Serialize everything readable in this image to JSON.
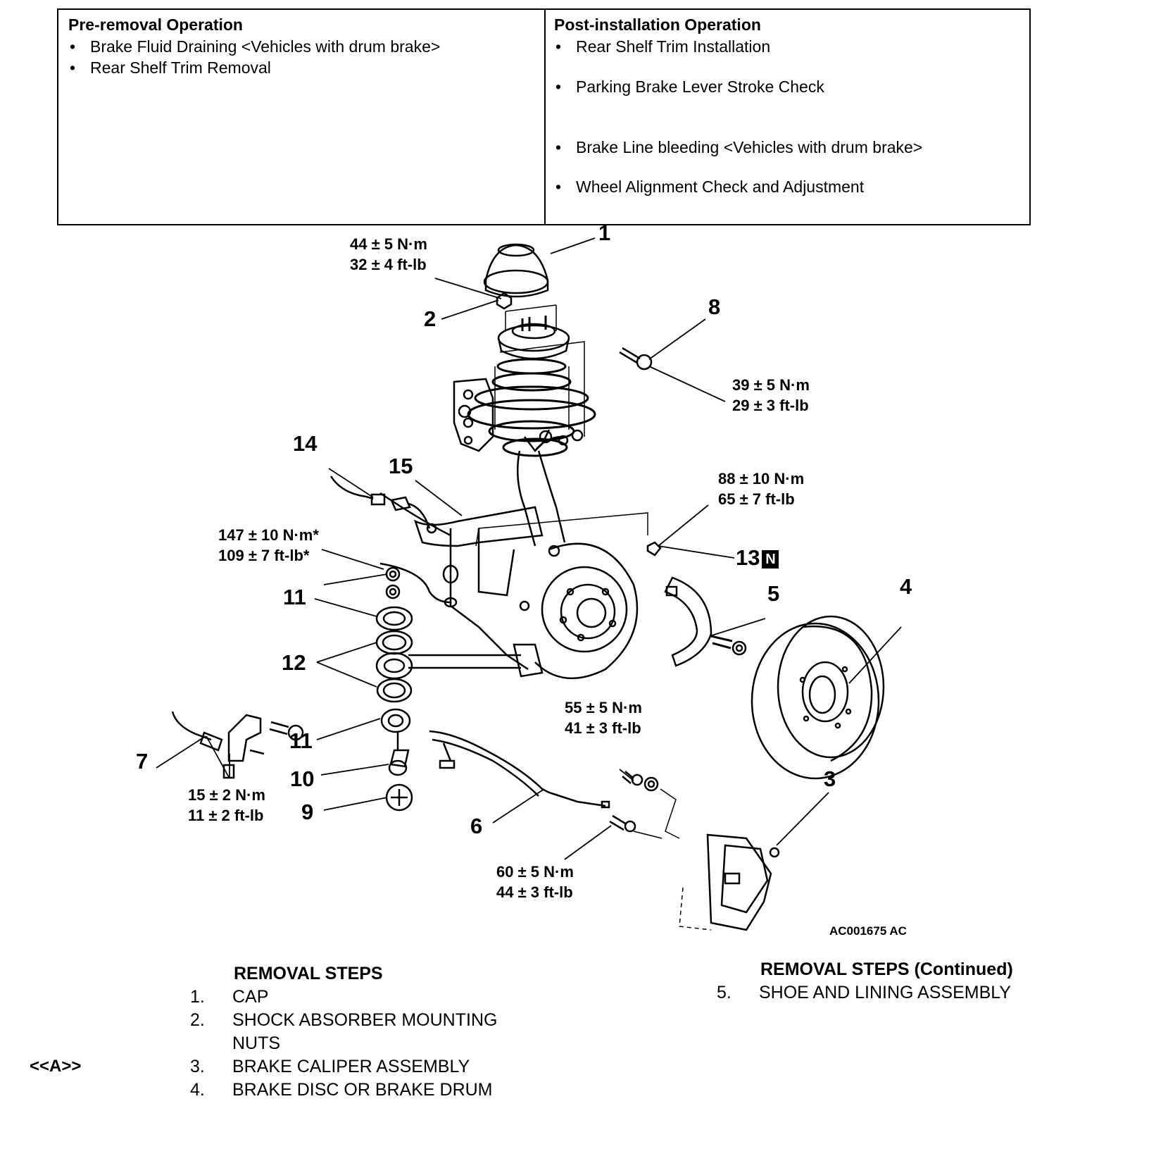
{
  "pre_removal": {
    "heading": "Pre-removal Operation",
    "items": [
      "Brake Fluid Draining <Vehicles with drum brake>",
      "Rear Shelf Trim Removal"
    ]
  },
  "post_installation": {
    "heading": "Post-installation Operation",
    "items": [
      "Rear Shelf Trim Installation",
      "Parking Brake Lever Stroke Check",
      "Brake Line bleeding <Vehicles with drum brake>",
      "Wheel Alignment Check and Adjustment"
    ]
  },
  "figure": {
    "callouts": [
      "1",
      "2",
      "3",
      "4",
      "5",
      "6",
      "7",
      "8",
      "9",
      "10",
      "11",
      "11",
      "12",
      "13",
      "14",
      "15"
    ],
    "torques": {
      "t1": [
        "44 ± 5 N·m",
        "32 ± 4 ft-lb"
      ],
      "t2": [
        "39 ± 5 N·m",
        "29 ± 3 ft-lb"
      ],
      "t3": [
        "88 ± 10 N·m",
        "65 ± 7 ft-lb"
      ],
      "t4": [
        "147 ± 10 N·m*",
        "109 ± 7 ft-lb*"
      ],
      "t5": [
        "55 ± 5 N·m",
        "41 ± 3 ft-lb"
      ],
      "t6": [
        "15 ± 2 N·m",
        "11 ± 2 ft-lb"
      ],
      "t7": [
        "60 ± 5 N·m",
        "44 ± 3 ft-lb"
      ]
    },
    "badge": "N",
    "code": "AC001675 AC"
  },
  "removal_steps": {
    "title": "REMOVAL STEPS",
    "marker": "<<A>>",
    "steps": [
      {
        "num": "1.",
        "text": "CAP"
      },
      {
        "num": "2.",
        "text": "SHOCK ABSORBER MOUNTING"
      },
      {
        "num": "",
        "text": "NUTS"
      },
      {
        "num": "3.",
        "text": "BRAKE CALIPER ASSEMBLY"
      },
      {
        "num": "4.",
        "text": "BRAKE DISC OR BRAKE DRUM"
      }
    ]
  },
  "removal_steps_continued": {
    "title": "REMOVAL STEPS (Continued)",
    "steps": [
      {
        "num": "5.",
        "text": "SHOE AND LINING ASSEMBLY"
      }
    ]
  }
}
